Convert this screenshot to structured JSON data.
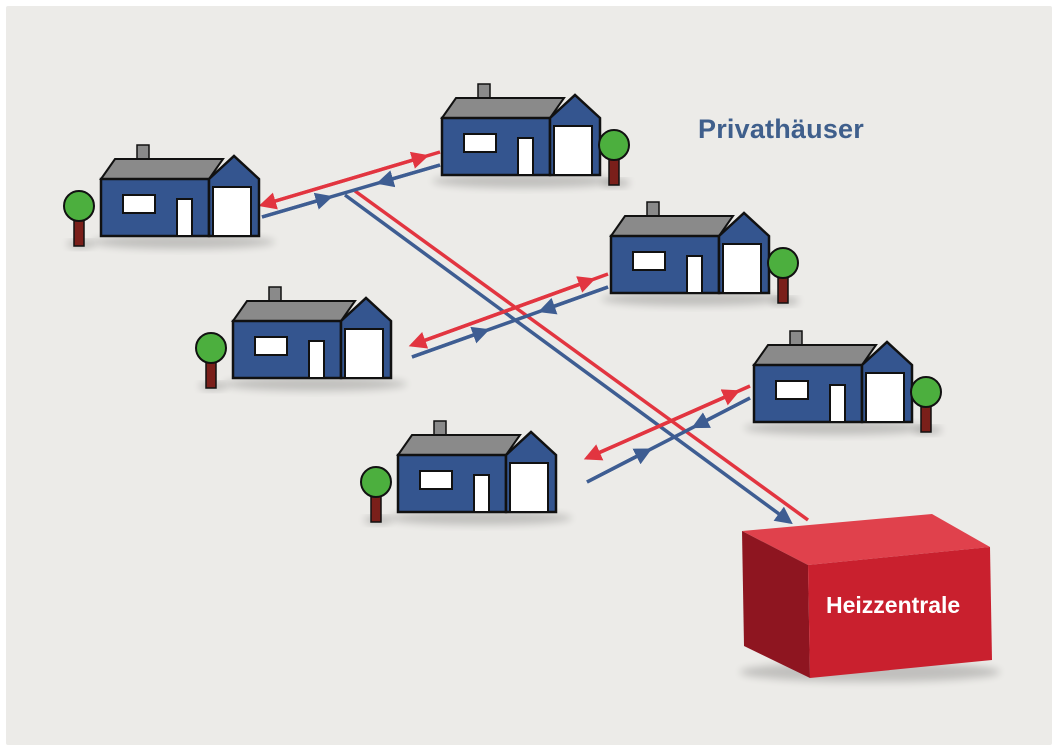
{
  "diagram": {
    "title": "Privathäuser",
    "plant_label": "Heizzentrale",
    "colors": {
      "background": "#ecebe8",
      "house_body": "#34558f",
      "house_roof": "#8a8a8a",
      "house_outline": "#111111",
      "window": "#ffffff",
      "tree_crown": "#4caf3e",
      "tree_trunk": "#7a1f1a",
      "supply_pipe": "#e23540",
      "return_pipe": "#3e5d92",
      "plant_front": "#c9202e",
      "plant_top": "#e0414c",
      "plant_side": "#8e1520",
      "title_text": "#3f5f8c",
      "plant_text": "#ffffff"
    },
    "houses": [
      {
        "id": "house-1",
        "tree_side": "left"
      },
      {
        "id": "house-2",
        "tree_side": "right"
      },
      {
        "id": "house-3",
        "tree_side": "right"
      },
      {
        "id": "house-4",
        "tree_side": "left"
      },
      {
        "id": "house-5",
        "tree_side": "right"
      },
      {
        "id": "house-6",
        "tree_side": "left"
      }
    ]
  }
}
